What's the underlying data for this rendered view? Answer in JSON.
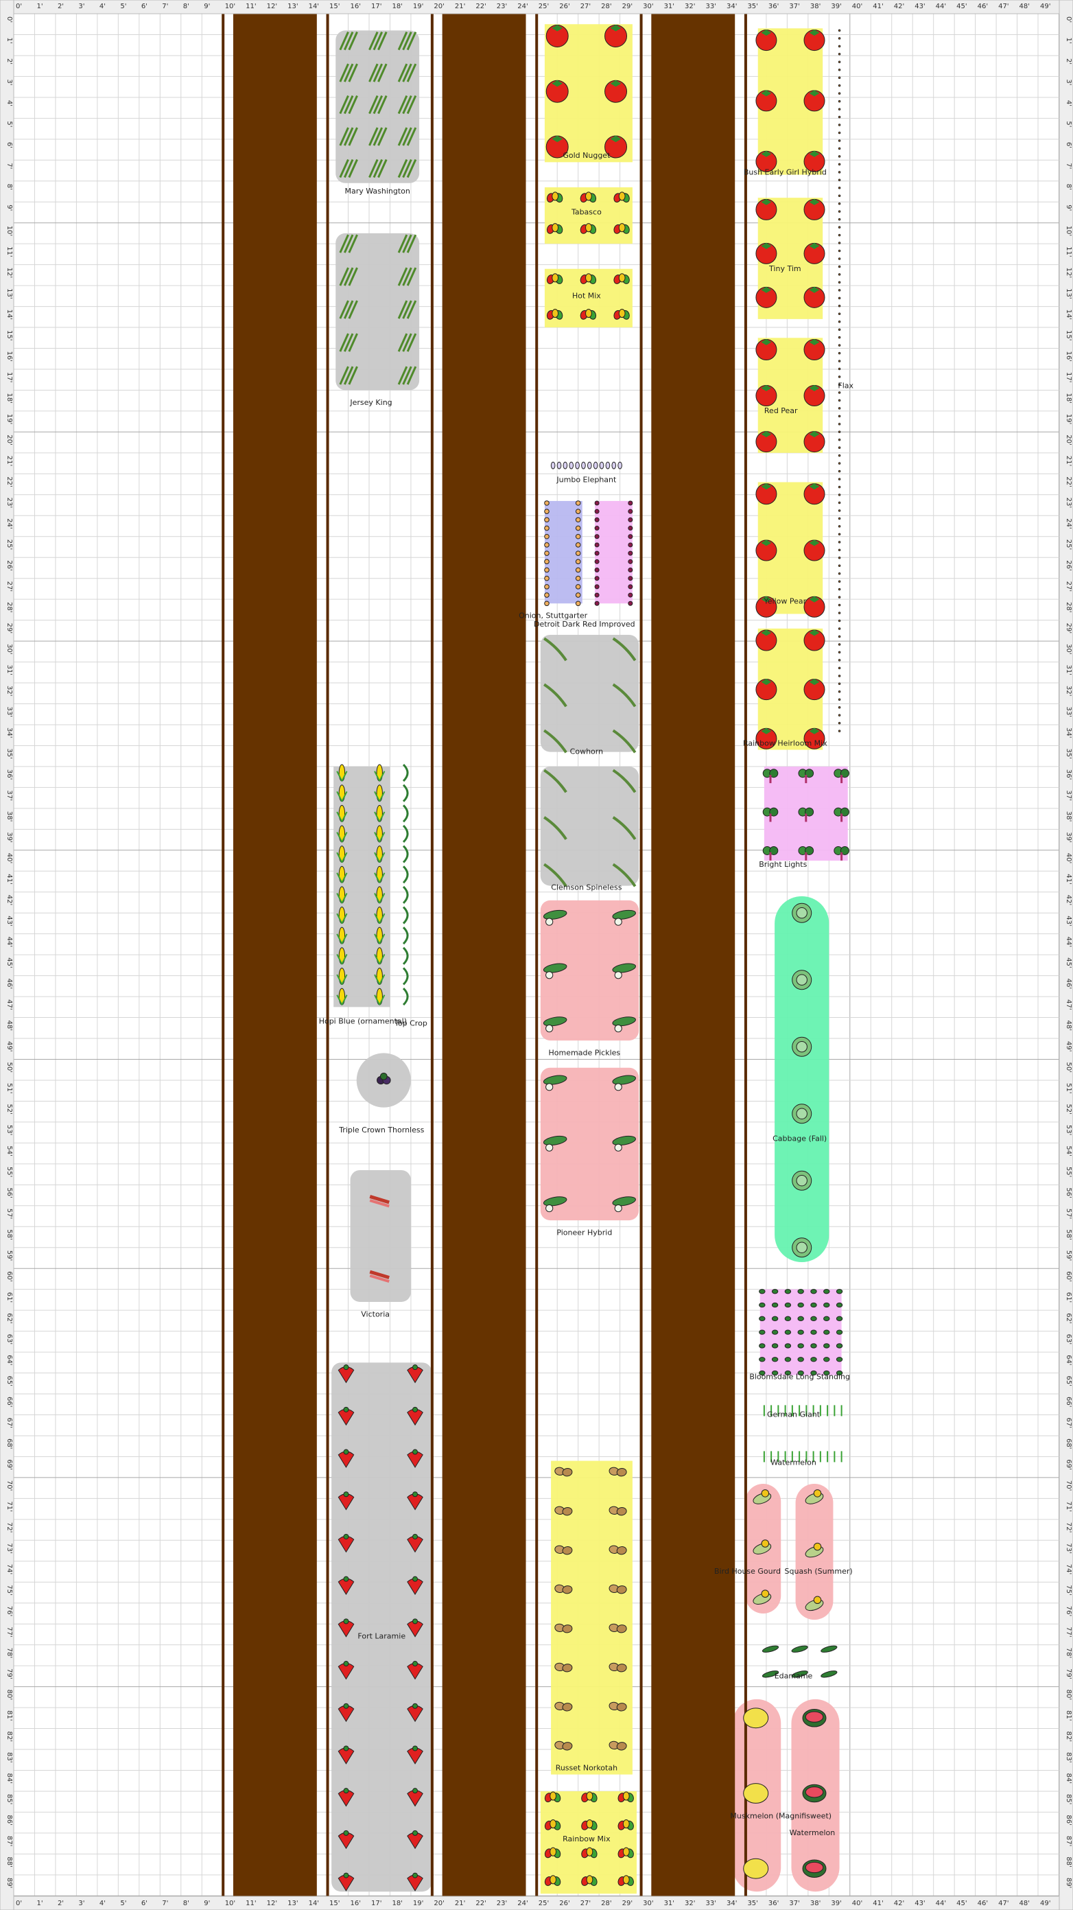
{
  "ruler": {
    "top": [
      "0'",
      "1'",
      "2'",
      "3'",
      "4'",
      "5'",
      "6'",
      "7'",
      "8'",
      "9'",
      "10'",
      "11'",
      "12'",
      "13'",
      "14'",
      "15'",
      "16'",
      "17'",
      "18'",
      "19'",
      "20'",
      "21'",
      "22'",
      "23'",
      "24'",
      "25'",
      "26'",
      "27'",
      "28'",
      "29'",
      "30'",
      "31'",
      "32'",
      "33'",
      "34'",
      "35'",
      "36'",
      "37'",
      "38'",
      "39'",
      "40'",
      "41'",
      "42'",
      "43'",
      "44'",
      "45'",
      "46'",
      "47'",
      "48'",
      "49'"
    ],
    "left": [
      "0'",
      "1'",
      "2'",
      "3'",
      "4'",
      "5'",
      "6'",
      "7'",
      "8'",
      "9'",
      "10'",
      "11'",
      "12'",
      "13'",
      "14'",
      "15'",
      "16'",
      "17'",
      "18'",
      "19'",
      "20'",
      "21'",
      "22'",
      "23'",
      "24'",
      "25'",
      "26'",
      "27'",
      "28'",
      "29'",
      "30'",
      "31'",
      "32'",
      "33'",
      "34'",
      "35'",
      "36'",
      "37'",
      "38'",
      "39'",
      "40'",
      "41'",
      "42'",
      "43'",
      "44'",
      "45'",
      "46'",
      "47'",
      "48'",
      "49'",
      "50'",
      "51'",
      "52'",
      "53'",
      "54'",
      "55'",
      "56'",
      "57'",
      "58'",
      "59'",
      "60'",
      "61'",
      "62'",
      "63'",
      "64'",
      "65'",
      "66'",
      "67'",
      "68'",
      "69'",
      "70'",
      "71'",
      "72'",
      "73'",
      "74'",
      "75'",
      "76'",
      "77'",
      "78'",
      "79'",
      "80'",
      "81'",
      "82'",
      "83'",
      "84'",
      "85'",
      "86'",
      "87'",
      "88'",
      "89'"
    ]
  },
  "colors": {
    "path": "#663300",
    "edge": "#5a2a00",
    "grid": "#d6d6d6",
    "grid_major": "#a8a8a8",
    "gray": "#c8c8c8",
    "yellow": "#f8f475",
    "pink": "#f7b3b6",
    "green": "#66f2b0",
    "blue": "#b8b8f0",
    "violet": "#f4b8f4",
    "ruler": "#eeeeee"
  },
  "plants": [
    {
      "name": "Mary Washington",
      "icon": "asparagus-icon"
    },
    {
      "name": "Jersey King",
      "icon": "asparagus-icon"
    },
    {
      "name": "Hopi Blue (ornamental)",
      "icon": "corn-icon"
    },
    {
      "name": "Top Crop",
      "icon": "bean-icon"
    },
    {
      "name": "Triple Crown Thornless",
      "icon": "blackberry-icon"
    },
    {
      "name": "Victoria",
      "icon": "rhubarb-icon"
    },
    {
      "name": "Fort Laramie",
      "icon": "strawberry-icon"
    },
    {
      "name": "Gold Nugget",
      "icon": "tomato-icon"
    },
    {
      "name": "Tabasco",
      "icon": "pepper-icon"
    },
    {
      "name": "Hot Mix",
      "icon": "pepper-icon"
    },
    {
      "name": "Jumbo Elephant",
      "icon": "garlic-icon"
    },
    {
      "name": "Onion, Stuttgarter",
      "icon": "onion-icon"
    },
    {
      "name": "Detroit Dark Red Improved",
      "icon": "beet-icon"
    },
    {
      "name": "Cowhorn",
      "icon": "okra-icon"
    },
    {
      "name": "Clemson Spineless",
      "icon": "okra-icon"
    },
    {
      "name": "Homemade Pickles",
      "icon": "cucumber-icon"
    },
    {
      "name": "Pioneer Hybrid",
      "icon": "cucumber-icon"
    },
    {
      "name": "Russet Norkotah",
      "icon": "potato-icon"
    },
    {
      "name": "Rainbow Mix",
      "icon": "pepper-icon"
    },
    {
      "name": "Bush Early Girl Hybrid",
      "icon": "tomato-icon"
    },
    {
      "name": "Tiny Tim",
      "icon": "tomato-icon"
    },
    {
      "name": "Red Pear",
      "icon": "tomato-icon"
    },
    {
      "name": "Flax",
      "icon": "flax-icon"
    },
    {
      "name": "Yellow Pear",
      "icon": "tomato-icon"
    },
    {
      "name": "Rainbow Heirloom Mix",
      "icon": "tomato-icon"
    },
    {
      "name": "Bright Lights",
      "icon": "chard-icon"
    },
    {
      "name": "Cabbage (Fall)",
      "icon": "cabbage-icon"
    },
    {
      "name": "Bloomsdale Long Standing",
      "icon": "spinach-icon"
    },
    {
      "name": "German Giant",
      "icon": "radish-icon"
    },
    {
      "name": "Watermelon",
      "icon": "radish-icon"
    },
    {
      "name": "Bird House Gourd",
      "icon": "squash-icon"
    },
    {
      "name": "Squash (Summer)",
      "icon": "squash-icon"
    },
    {
      "name": "Edamame",
      "icon": "soybean-icon"
    },
    {
      "name": "Muskmelon (Magnifisweet)",
      "icon": "melon-icon"
    },
    {
      "name": "Watermelon",
      "icon": "watermelon-icon"
    }
  ]
}
